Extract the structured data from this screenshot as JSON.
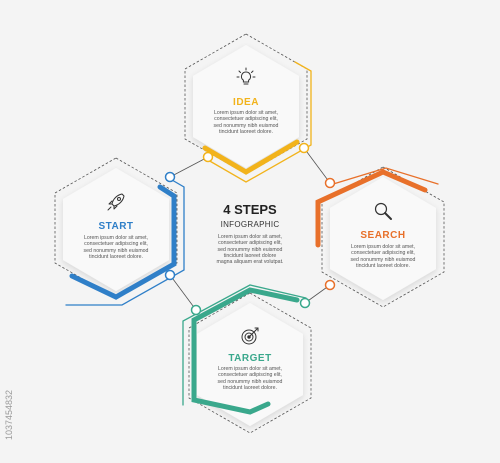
{
  "center": {
    "title": "4 STEPS",
    "subtitle": "INFOGRAPHIC",
    "body": [
      "Lorem ipsum dolor sit amet,",
      "consectetuer adipiscing elit,",
      "sed nonummy nibh euismod",
      "tincidunt laoreet dolore",
      "magna aliquam erat volutpat."
    ]
  },
  "steps": [
    {
      "id": "idea",
      "title": "IDEA",
      "icon": "lightbulb-icon",
      "color": "#f2b31b",
      "body": [
        "Lorem ipsum dolor sit amet,",
        "consectetuer adipiscing elit,",
        "sed nonummy nibh euismod",
        "tincidunt laoreet dolore."
      ]
    },
    {
      "id": "start",
      "title": "START",
      "icon": "rocket-icon",
      "color": "#2f7fc8",
      "body": [
        "Lorem ipsum dolor sit amet,",
        "consectetuer adipiscing elit,",
        "sed nonummy nibh euismod",
        "tincidunt laoreet dolore."
      ]
    },
    {
      "id": "search",
      "title": "SEARCH",
      "icon": "magnifier-icon",
      "color": "#e8702a",
      "body": [
        "Lorem ipsum dolor sit amet,",
        "consectetuer adipiscing elit,",
        "sed nonummy nibh euismod",
        "tincidunt laoreet dolore."
      ]
    },
    {
      "id": "target",
      "title": "TARGET",
      "icon": "target-icon",
      "color": "#3aa88c",
      "body": [
        "Lorem ipsum dolor sit amet,",
        "consectetuer adipiscing elit,",
        "sed nonummy nibh euismod",
        "tincidunt laoreet dolore."
      ]
    }
  ],
  "colors": {
    "background": "#f4f4f4",
    "dashed_outline": "#555555",
    "text": "#222222"
  },
  "watermark": "1037454832"
}
